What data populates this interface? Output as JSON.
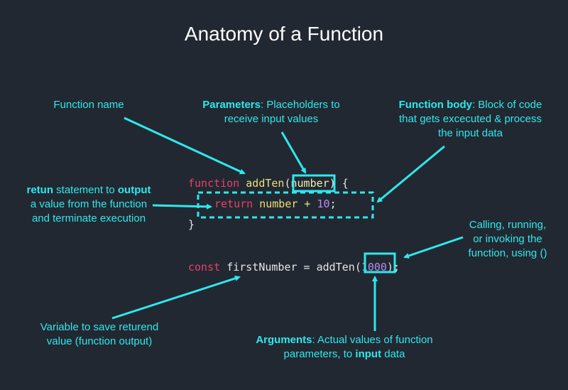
{
  "title": "Anatomy of a Function",
  "colors": {
    "background": "#222831",
    "accent": "#2ee8ee",
    "keyword": "#e8406a",
    "function_name": "#e8e07a",
    "number": "#b88cf2"
  },
  "code": {
    "line1": {
      "kw": "function",
      "name": "addTen",
      "open": "(",
      "param": "number",
      "close": ") {"
    },
    "line2": {
      "kw": "return",
      "expr": "number + ",
      "num": "10",
      "end": ";"
    },
    "line3": "}",
    "line4": {
      "kw": "const",
      "var": "firstNumber",
      "eq": " = ",
      "call": "addTen",
      "open": "(",
      "arg": "1000",
      "close": ");"
    }
  },
  "annotations": {
    "function_name": "Function name",
    "parameters": {
      "bold": "Parameters",
      "text": ": Placeholders to",
      "line2": "receive input values"
    },
    "body": {
      "bold": "Function body",
      "text": ": Block of code",
      "line2": "that gets excecuted & process",
      "line3": "the input data"
    },
    "return": {
      "bold1": "retun",
      "mid": " statement to ",
      "bold2": "output",
      "line2": "a value from the function",
      "line3": "and terminate execution"
    },
    "calling": {
      "line1": "Calling, running,",
      "line2": "or invoking the",
      "line3": "function, using ()"
    },
    "variable": {
      "line1": "Variable to save returend",
      "line2": "value (function output)"
    },
    "arguments": {
      "bold": "Arguments",
      "text": ": Actual values of function",
      "line2": "parameters, to ",
      "bold2": "input",
      "end": " data"
    }
  }
}
